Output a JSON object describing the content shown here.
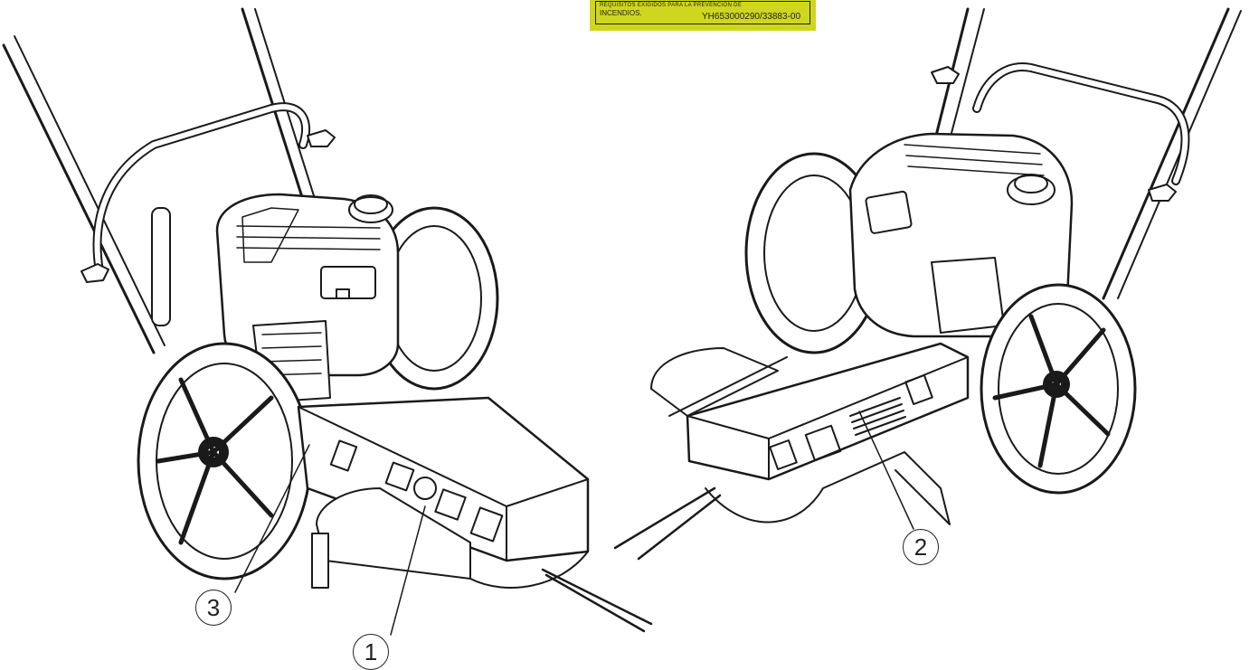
{
  "warning_label": {
    "line1": "REQUISITOS EXIGIDOS PARA LA PREVENCION DE",
    "line2": "INCENDIOS.",
    "code": "YH653000290/33883-00",
    "color": "#cfd61e"
  },
  "callouts": [
    {
      "id": "1",
      "label": "1"
    },
    {
      "id": "2",
      "label": "2"
    },
    {
      "id": "3",
      "label": "3"
    }
  ]
}
